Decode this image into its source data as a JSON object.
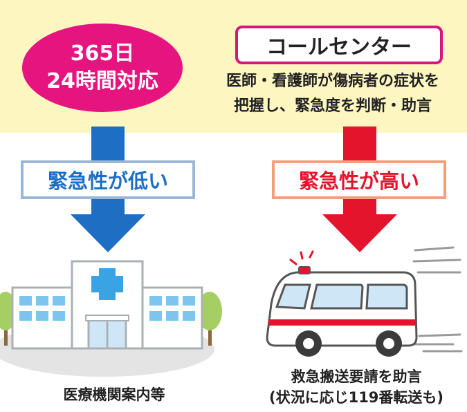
{
  "badge": {
    "line1": "365日",
    "line2": "24時間対応"
  },
  "call_center": {
    "title": "コールセンター",
    "desc_line1": "医師・看護師が傷病者の症状を",
    "desc_line2": "把握し、緊急度を判断・助言"
  },
  "left_branch": {
    "label": "緊急性が低い",
    "caption": "医療機関案内等"
  },
  "right_branch": {
    "label": "緊急性が高い",
    "caption_line1": "救急搬送要請を助言",
    "caption_line2": "(状況に応じ119番転送も)"
  },
  "colors": {
    "band": "#fdf6c1",
    "badge": "#e6147f",
    "blue_arrow": "#1e6fc4",
    "red_arrow": "#e4142c"
  },
  "icons": [
    "hospital-icon",
    "ambulance-icon",
    "tree-icon",
    "arrow-down-icon"
  ]
}
